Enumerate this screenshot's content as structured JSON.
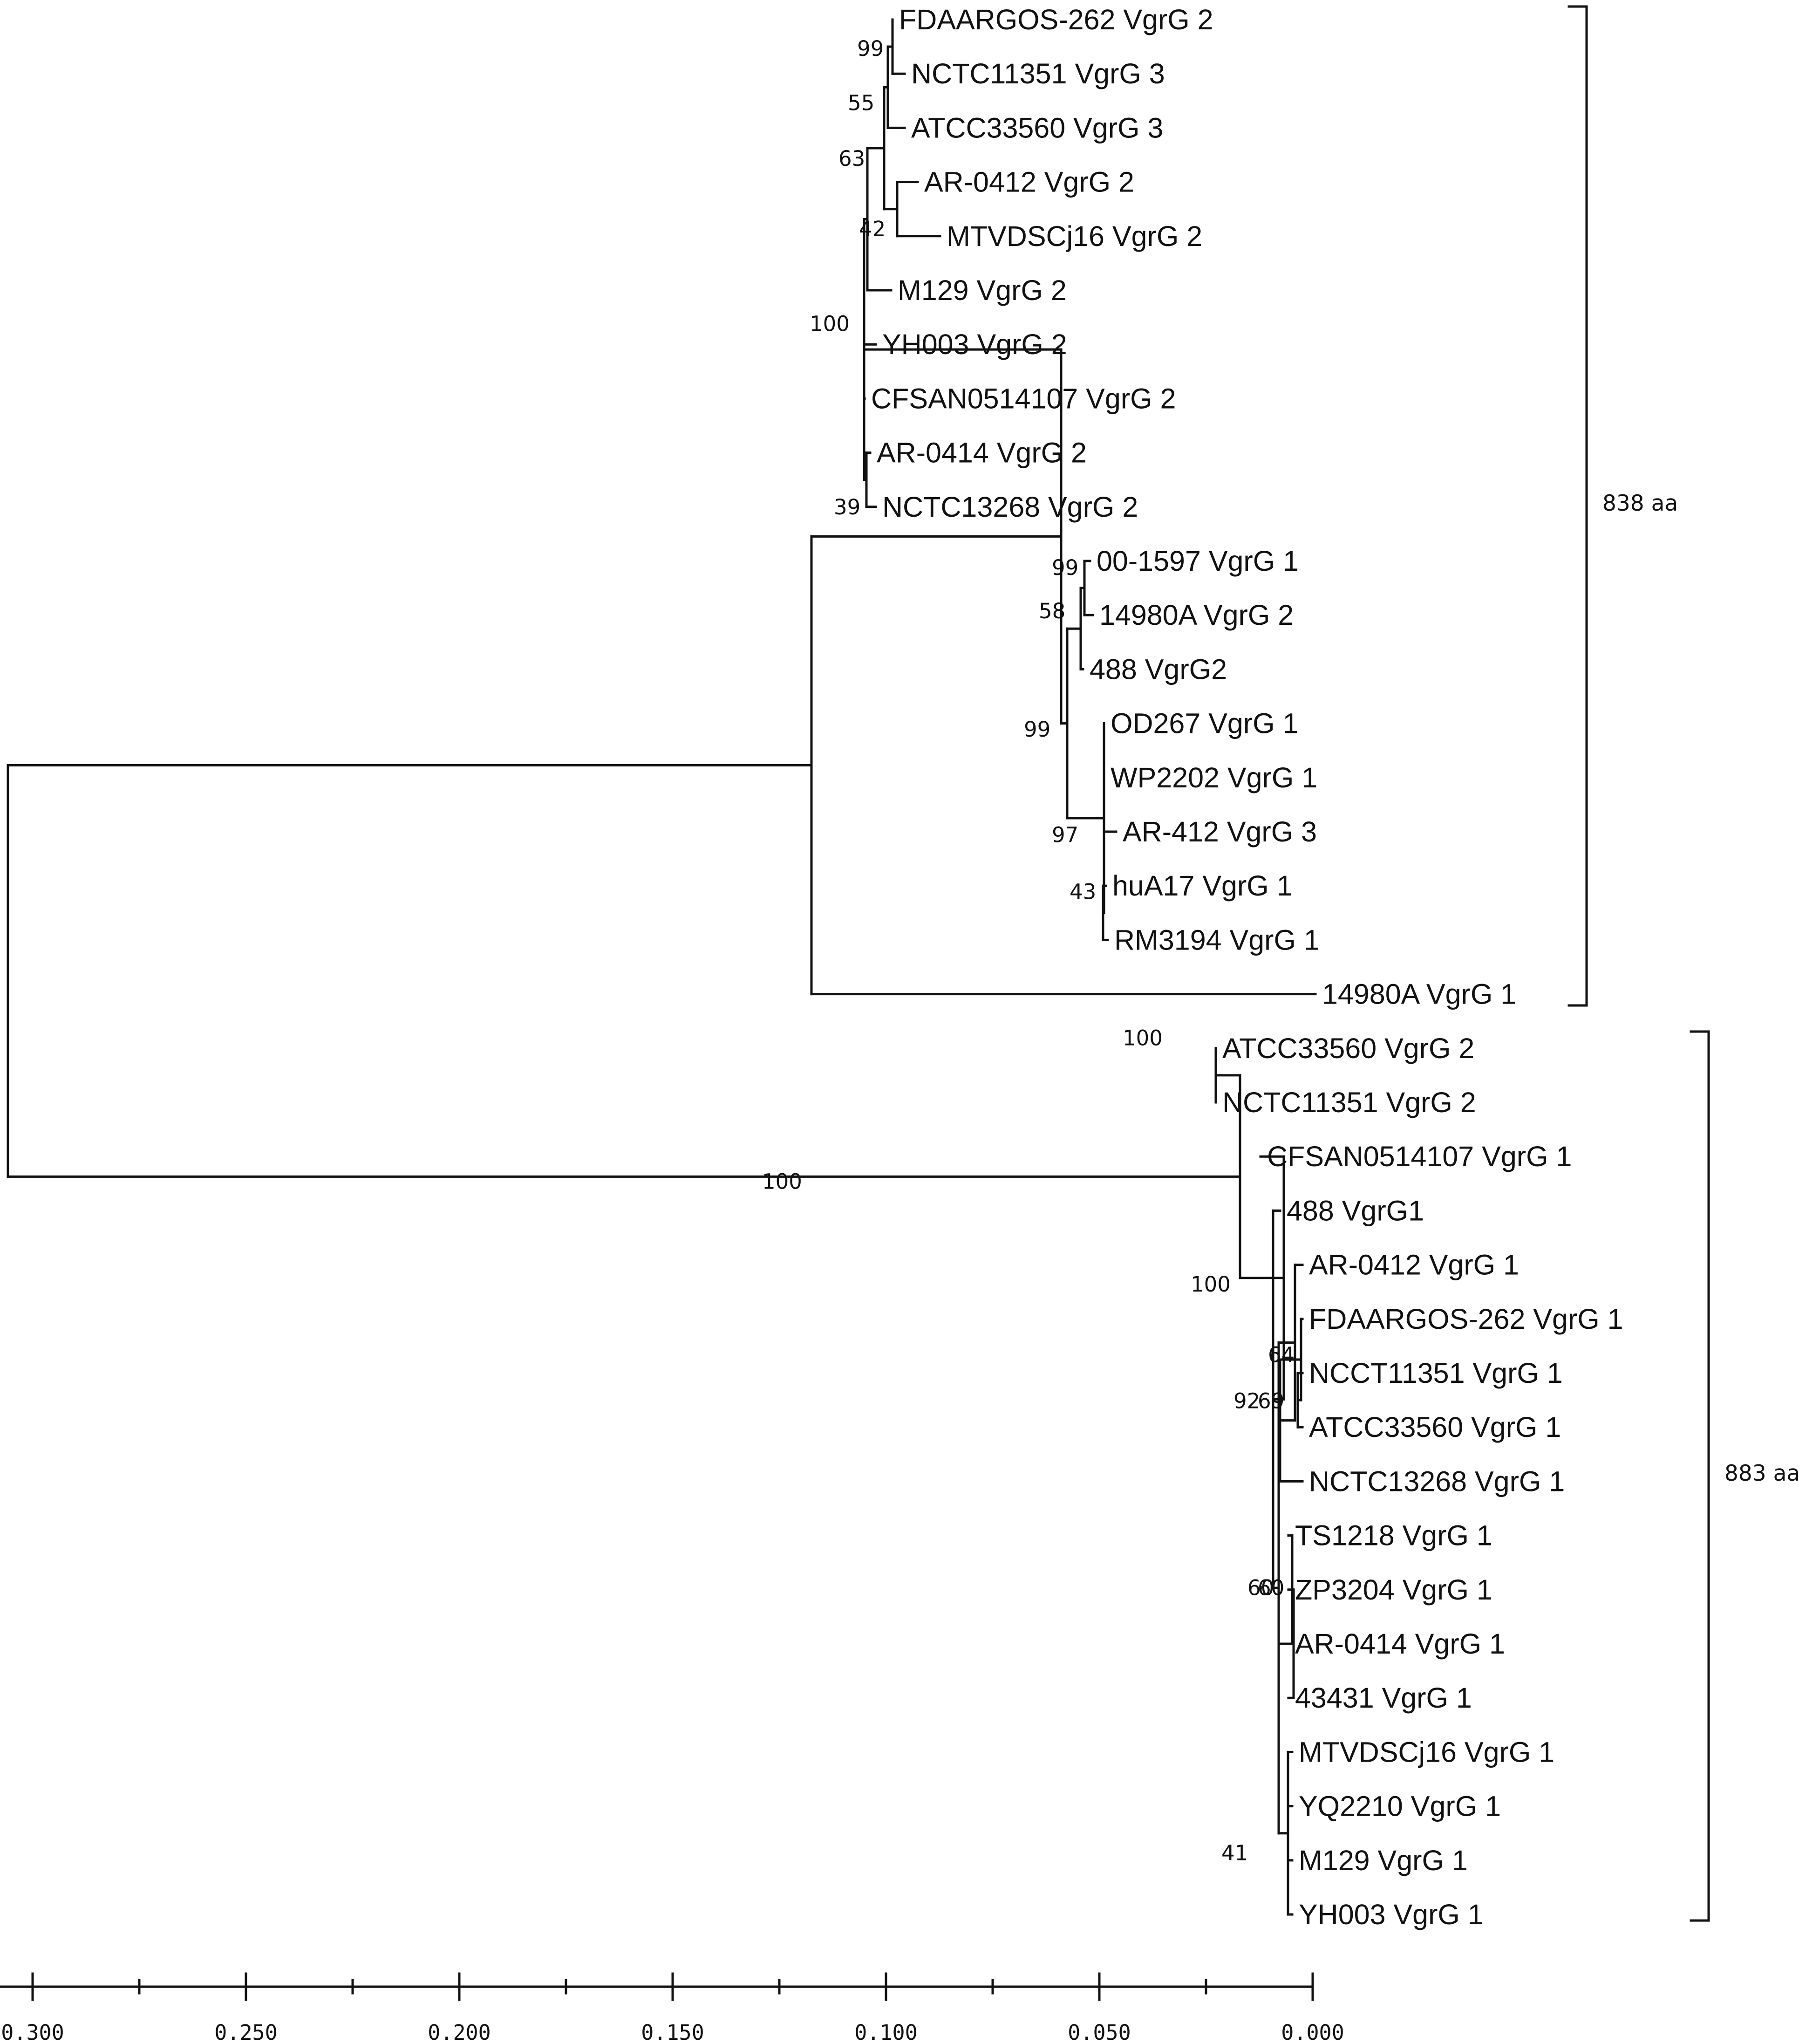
{
  "tree": {
    "leaves": [
      "FDAARGOS-262 VgrG 2",
      "NCTC11351 VgrG 3",
      "ATCC33560 VgrG 3",
      "AR-0412 VgrG 2",
      "MTVDSCj16 VgrG 2",
      "M129 VgrG 2",
      "YH003 VgrG 2",
      "CFSAN0514107 VgrG 2",
      "AR-0414 VgrG 2",
      "NCTC13268 VgrG 2",
      "00-1597 VgrG 1",
      "14980A VgrG 2",
      "488 VgrG2",
      "OD267 VgrG 1",
      "WP2202 VgrG 1",
      "AR-412 VgrG 3",
      "huA17 VgrG 1",
      "RM3194 VgrG 1",
      "14980A VgrG 1",
      "ATCC33560 VgrG 2",
      "NCTC11351 VgrG 2",
      "CFSAN0514107 VgrG 1",
      "488 VgrG1",
      "AR-0412 VgrG 1",
      "FDAARGOS-262 VgrG 1",
      "NCCT11351 VgrG 1",
      "ATCC33560 VgrG 1",
      "NCTC13268 VgrG 1",
      "TS1218 VgrG 1",
      "ZP3204 VgrG 1",
      "AR-0414 VgrG 1",
      "43431 VgrG 1",
      "MTVDSCj16 VgrG 1",
      "YQ2210 VgrG 1",
      "M129 VgrG 1",
      "YH003 VgrG 1"
    ],
    "bootstrap": [
      "99",
      "55",
      "63",
      "42",
      "100",
      "39",
      "99",
      "58",
      "99",
      "97",
      "43",
      "100",
      "100",
      "100",
      "64",
      "92",
      "69",
      "60",
      "60",
      "41"
    ],
    "clades": [
      "838 aa",
      "883 aa"
    ]
  },
  "scale": {
    "ticks": [
      "0.300",
      "0.250",
      "0.200",
      "0.150",
      "0.100",
      "0.050",
      "0.000"
    ]
  }
}
